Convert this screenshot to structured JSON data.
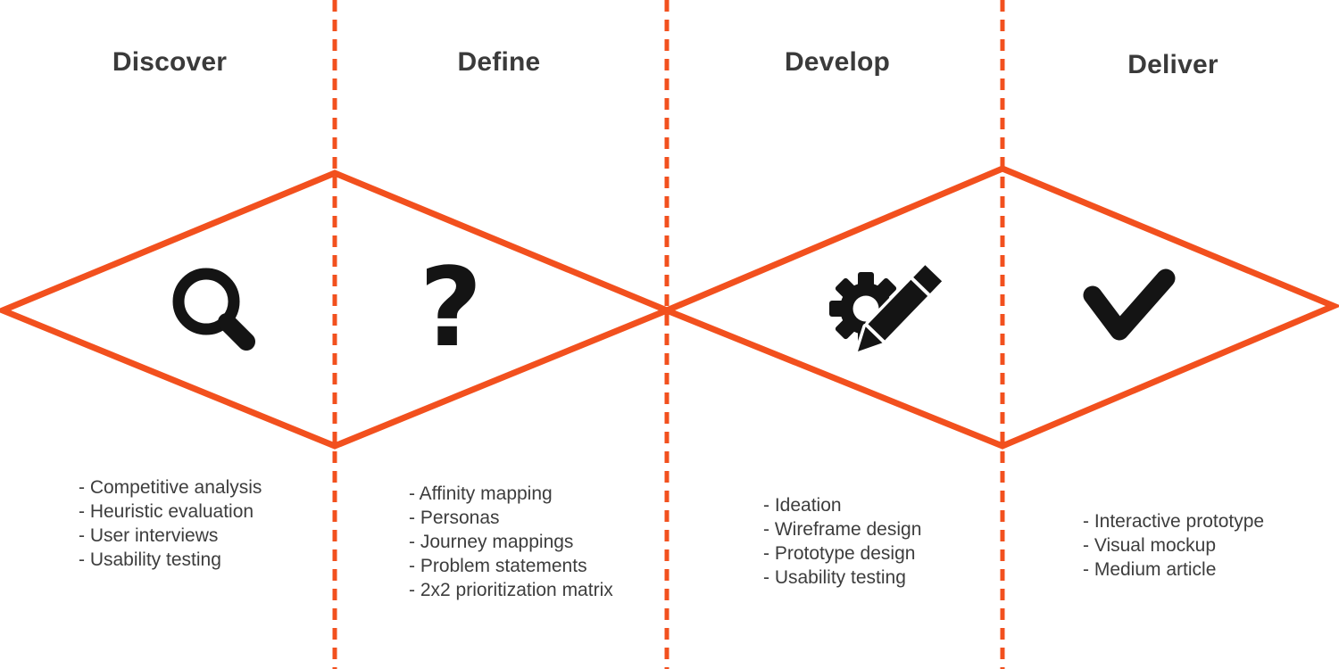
{
  "colors": {
    "accent": "#F2501E",
    "heading": "#3A3A3A",
    "body": "#3D3D3D",
    "ink": "#141414",
    "background": "#FFFFFF"
  },
  "phases": [
    {
      "label": "Discover",
      "icon": "magnifier-icon",
      "items": [
        "- Competitive analysis",
        "- Heuristic evaluation",
        "- User interviews",
        "- Usability testing"
      ]
    },
    {
      "label": "Define",
      "icon": "question-mark-icon",
      "glyph": "?",
      "items": [
        "- Affinity mapping",
        "- Personas",
        "- Journey mappings",
        "- Problem statements",
        "- 2x2 prioritization matrix"
      ]
    },
    {
      "label": "Develop",
      "icon": "gear-pencil-icon",
      "items": [
        "- Ideation",
        "- Wireframe design",
        "- Prototype design",
        "- Usability testing"
      ]
    },
    {
      "label": "Deliver",
      "icon": "checkmark-icon",
      "items": [
        "- Interactive prototype",
        "- Visual mockup",
        "- Medium article"
      ]
    }
  ]
}
